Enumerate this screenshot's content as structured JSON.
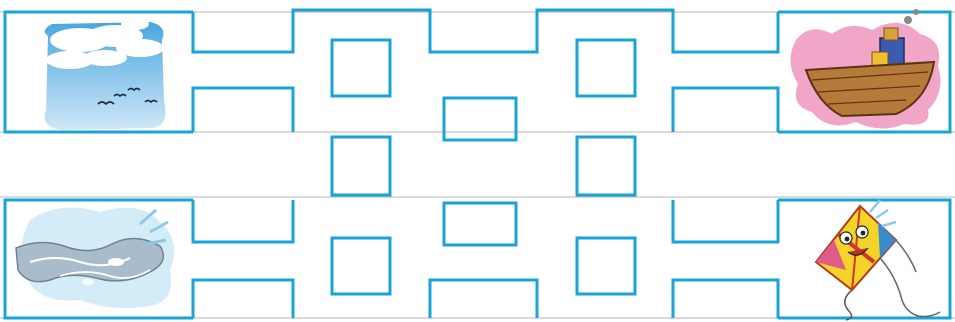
{
  "colors": {
    "maze_line": "#1aa3d6",
    "divider_line": "#b0b6bc",
    "background": "#ffffff"
  },
  "pictures": [
    {
      "id": "sky",
      "subject": "clouds-and-birds"
    },
    {
      "id": "boat",
      "subject": "wooden-boat"
    },
    {
      "id": "water",
      "subject": "water-waves"
    },
    {
      "id": "kite",
      "subject": "smiling-kite"
    }
  ]
}
